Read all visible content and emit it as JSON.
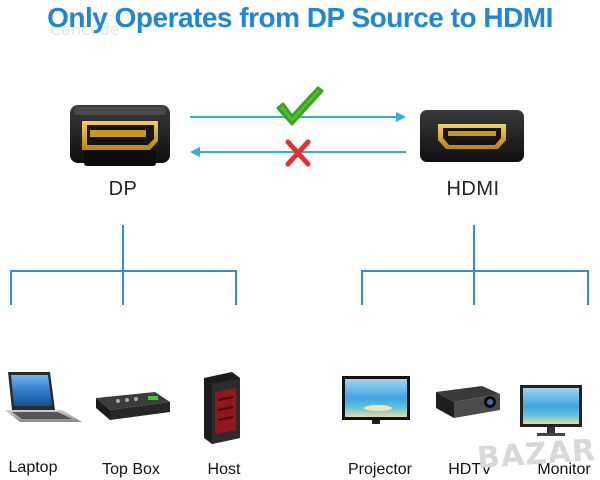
{
  "title": "Only Operates from DP Source to HDMI",
  "watermark_top": "Cancode",
  "watermark_bottom": "BAZAR",
  "source": {
    "label": "DP"
  },
  "target": {
    "label": "HDMI"
  },
  "source_devices": [
    {
      "label": "Laptop"
    },
    {
      "label": "Top Box"
    },
    {
      "label": "Host"
    }
  ],
  "target_devices": [
    {
      "label": "Projector"
    },
    {
      "label": "HDTV"
    },
    {
      "label": "Monitor"
    }
  ],
  "colors": {
    "title": "#1e88d6",
    "line": "#2f8fd8",
    "arrow": "#2bb3d6",
    "check": "#4cc32c",
    "cross": "#e53030",
    "connector": "#1a1a1a",
    "gold": "#d9a520"
  },
  "icons": {
    "allowed": "check-icon",
    "blocked": "cross-icon"
  }
}
